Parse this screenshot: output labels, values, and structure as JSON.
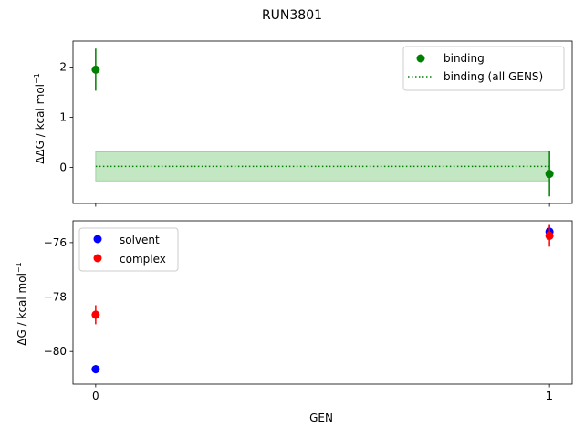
{
  "title": "RUN3801",
  "chart_data": [
    {
      "type": "scatter",
      "panel": "top",
      "ylabel_main": "ΔΔG / kcal mol",
      "ylabel_sup": "−1",
      "x": [
        0,
        1
      ],
      "xlim": [
        -0.05,
        1.05
      ],
      "ylim": [
        -0.72,
        2.52
      ],
      "yticks": [
        {
          "v": 2,
          "label": "2"
        },
        {
          "v": 1,
          "label": "1"
        },
        {
          "v": 0,
          "label": "0"
        }
      ],
      "series": [
        {
          "name": "binding",
          "color": "#008000",
          "x": [
            0,
            1
          ],
          "y": [
            1.95,
            -0.13
          ],
          "yerr": [
            0.42,
            0.45
          ]
        }
      ],
      "overall": {
        "name": "binding (all GENS)",
        "color": "#008000",
        "value": 0.02,
        "band": [
          -0.27,
          0.31
        ],
        "band_color": "#b9e2b9"
      },
      "legend_position": "upper right"
    },
    {
      "type": "scatter",
      "panel": "bottom",
      "ylabel_main": "ΔG / kcal mol",
      "ylabel_sup": "−1",
      "xlabel": "GEN",
      "x": [
        0,
        1
      ],
      "xlim": [
        -0.05,
        1.05
      ],
      "ylim": [
        -81.2,
        -75.2
      ],
      "xticks": [
        {
          "v": 0,
          "label": "0"
        },
        {
          "v": 1,
          "label": "1"
        }
      ],
      "yticks": [
        {
          "v": -76,
          "label": "−76"
        },
        {
          "v": -78,
          "label": "−78"
        },
        {
          "v": -80,
          "label": "−80"
        }
      ],
      "series": [
        {
          "name": "solvent",
          "color": "#0000ff",
          "x": [
            0,
            1
          ],
          "y": [
            -80.65,
            -75.6
          ],
          "yerr": [
            0.15,
            0.22
          ]
        },
        {
          "name": "complex",
          "color": "#ff0000",
          "x": [
            0,
            1
          ],
          "y": [
            -78.65,
            -75.75
          ],
          "yerr": [
            0.35,
            0.4
          ]
        }
      ],
      "legend_position": "upper left"
    }
  ]
}
